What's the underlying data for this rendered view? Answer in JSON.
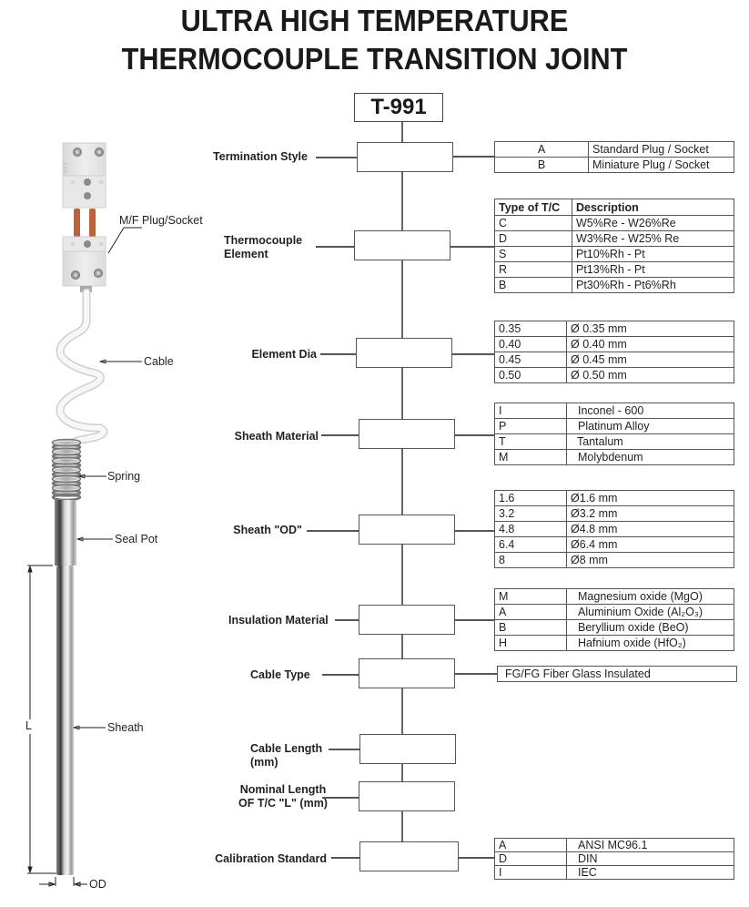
{
  "title": {
    "line1": "ULTRA HIGH TEMPERATURE",
    "line2": "THERMOCOUPLE TRANSITION JOINT"
  },
  "model_code": "T-991",
  "illustration": {
    "labels": {
      "plug_socket": "M/F Plug/Socket",
      "cable": "Cable",
      "spring": "Spring",
      "seal_pot": "Seal Pot",
      "sheath": "Sheath",
      "length": "L",
      "od": "OD"
    },
    "colors": {
      "connector": "#e6e6e6",
      "pins": "#b8653d",
      "cable": "#f2f2f2",
      "metal": "#b9b9b9"
    }
  },
  "fields": [
    {
      "label": "Termination Style",
      "options": [
        {
          "code": "A",
          "description": "Standard Plug / Socket"
        },
        {
          "code": "B",
          "description": "Miniature Plug / Socket"
        }
      ]
    },
    {
      "label": "Thermocouple Element",
      "header": {
        "code": "Type of T/C",
        "description": "Description"
      },
      "options": [
        {
          "code": "C",
          "description": "W5%Re - W26%Re"
        },
        {
          "code": "D",
          "description": "W3%Re - W25% Re"
        },
        {
          "code": "S",
          "description": "Pt10%Rh - Pt"
        },
        {
          "code": "R",
          "description": "Pt13%Rh - Pt"
        },
        {
          "code": "B",
          "description": "Pt30%Rh - Pt6%Rh"
        }
      ]
    },
    {
      "label": "Element Dia",
      "options": [
        {
          "code": "0.35",
          "description": "Ø  0.35 mm"
        },
        {
          "code": "0.40",
          "description": "Ø  0.40 mm"
        },
        {
          "code": "0.45",
          "description": "Ø  0.45 mm"
        },
        {
          "code": "0.50",
          "description": "Ø  0.50 mm"
        }
      ]
    },
    {
      "label": "Sheath Material",
      "options": [
        {
          "code": "I",
          "description": "Inconel - 600"
        },
        {
          "code": "P",
          "description": "Platinum Alloy"
        },
        {
          "code": "T",
          "description": "Tantalum"
        },
        {
          "code": "M",
          "description": "Molybdenum"
        }
      ]
    },
    {
      "label": "Sheath \"OD\"",
      "options": [
        {
          "code": "1.6",
          "description": "Ø1.6 mm"
        },
        {
          "code": "3.2",
          "description": "Ø3.2 mm"
        },
        {
          "code": "4.8",
          "description": "Ø4.8 mm"
        },
        {
          "code": "6.4",
          "description": "Ø6.4 mm"
        },
        {
          "code": "8",
          "description": "Ø8 mm"
        }
      ]
    },
    {
      "label": "Insulation Material",
      "options": [
        {
          "code": "M",
          "description": "Magnesium oxide (MgO)"
        },
        {
          "code": "A",
          "description": "Aluminium Oxide (Al₂O₃)"
        },
        {
          "code": "B",
          "description": "Beryllium oxide (BeO)"
        },
        {
          "code": "H",
          "description": "Hafnium oxide (HfO₂)"
        }
      ]
    },
    {
      "label": "Cable Type",
      "value": "FG/FG Fiber Glass Insulated"
    },
    {
      "label": "Cable Length (mm)",
      "label_lines": [
        "Cable Length",
        "(mm)"
      ]
    },
    {
      "label": "Nominal Length OF T/C \"L\" (mm)",
      "label_lines": [
        "Nominal Length",
        "OF T/C \"L\" (mm)"
      ]
    },
    {
      "label": "Calibration Standard",
      "options": [
        {
          "code": "A",
          "description": "ANSI MC96.1"
        },
        {
          "code": "D",
          "description": "DIN"
        },
        {
          "code": "I",
          "description": "IEC"
        }
      ]
    }
  ]
}
